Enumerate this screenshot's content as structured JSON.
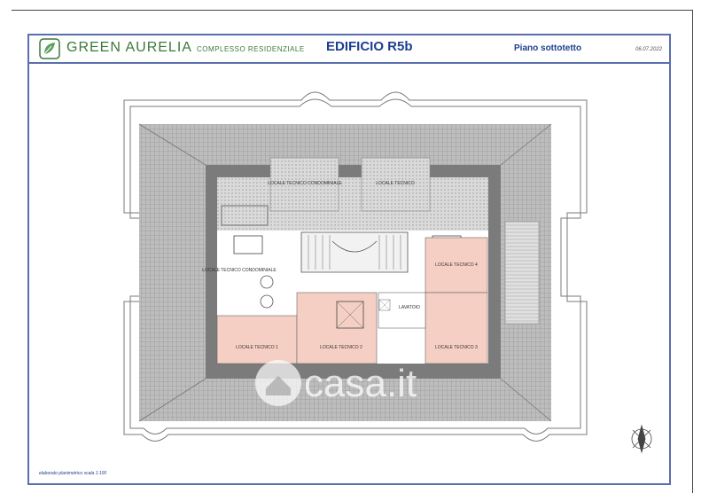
{
  "header": {
    "brand": "GREEN AURELIA",
    "brand_sub": "COMPLESSO RESIDENZIALE",
    "building": "EDIFICIO R5b",
    "floor": "Piano sottotetto",
    "date": "06.07.2022"
  },
  "rooms": {
    "service_left": "LOCALE TECNICO CONDOMINIALE",
    "service_right": "LOCALE TECNICO",
    "tech_condo": "LOCALE TECNICO CONDOMINIALE",
    "tech1": "LOCALE TECNICO 1",
    "tech2": "LOCALE TECNICO 2",
    "tech3": "LOCALE TECNICO 3",
    "tech4": "LOCALE TECNICO 4",
    "lavatoio": "LAVATOIO"
  },
  "footer": {
    "scale_note": "elaborato planimetrico scala 1:100"
  },
  "watermark": "casa.it",
  "colors": {
    "brand_green": "#3a7a3a",
    "title_blue": "#1e3f8f",
    "frame_blue": "#5a6fae",
    "room_pink": "#f6cfc4"
  },
  "icons": [
    "leaf-logo-icon",
    "north-arrow-icon",
    "watermark-house-icon"
  ]
}
